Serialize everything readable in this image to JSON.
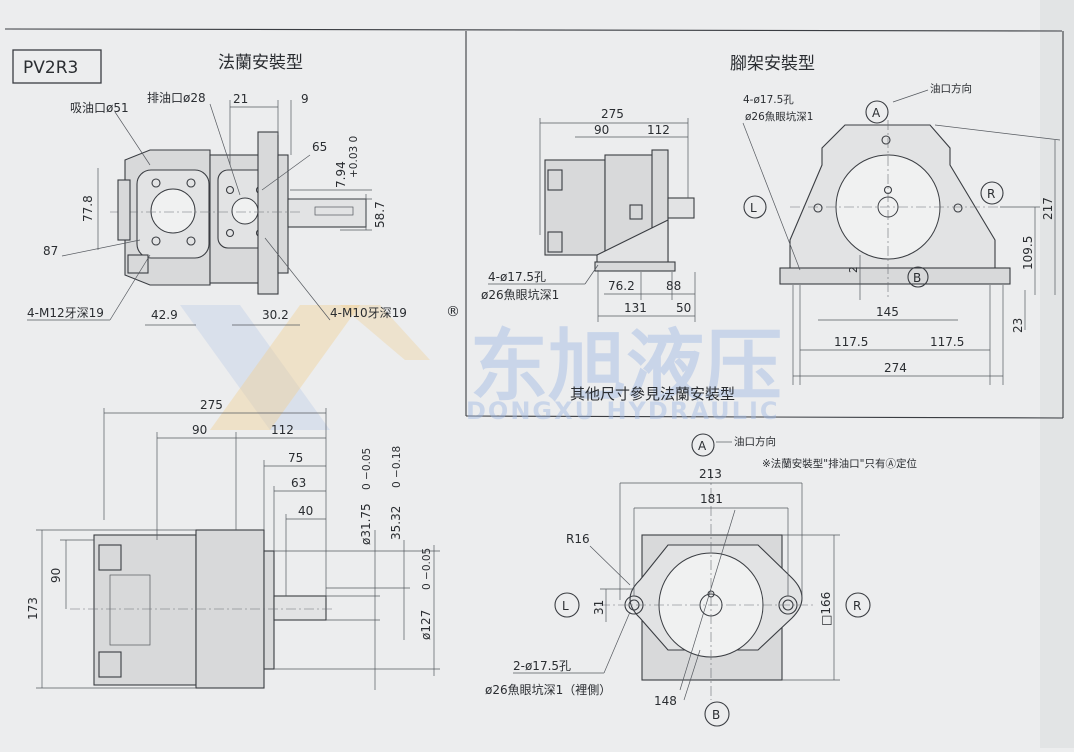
{
  "model": "PV2R3",
  "flange_title": "法蘭安裝型",
  "foot_title": "腳架安裝型",
  "foot_note": "其他尺寸參見法蘭安裝型",
  "watermark": {
    "cn": "东旭液压",
    "en": "DONGXU HYDRAULIC",
    "reg": "®"
  },
  "flange_side": {
    "suction": "吸油口ø51",
    "discharge": "排油口ø28",
    "d21": "21",
    "d9": "9",
    "d65": "65",
    "d794": "7.94",
    "d794tol": "+0.03 0",
    "d778": "77.8",
    "d587": "58.7",
    "d87": "87",
    "m12": "4-M12牙深19",
    "d429": "42.9",
    "d302": "30.2",
    "m10": "4-M10牙深19"
  },
  "foot_side": {
    "d275": "275",
    "d90": "90",
    "d112": "112",
    "holes": "4-ø17.5孔",
    "spotface": "ø26魚眼坑深1",
    "d762": "76.2",
    "d88": "88",
    "d131": "131",
    "d50": "50"
  },
  "foot_front": {
    "holes": "4-ø17.5孔",
    "spotface": "ø26魚眼坑深1",
    "port_dir": "油口方向",
    "A": "A",
    "L": "L",
    "R": "R",
    "B": "B",
    "d217": "217",
    "d1095": "109.5",
    "d2": "2",
    "d145": "145",
    "d23": "23",
    "d1175a": "117.5",
    "d1175b": "117.5",
    "d274": "274"
  },
  "flange_main": {
    "d275": "275",
    "d90": "90",
    "d112": "112",
    "d75": "75",
    "d63": "63",
    "d40": "40",
    "d173": "173",
    "d90v": "90",
    "dia3175": "ø31.75",
    "tol3175": "0 −0.05",
    "d3532": "35.32",
    "tol3532": "0 −0.18",
    "dia127": "ø127",
    "tol127": "0 −0.05"
  },
  "flange_front": {
    "A": "A",
    "port_dir": "油口方向",
    "note": "※法蘭安裝型\"排油口\"只有Ⓐ定位",
    "d213": "213",
    "d181": "181",
    "r16": "R16",
    "d31": "31",
    "L": "L",
    "R": "R",
    "d166": "□166",
    "holes": "2-ø17.5孔",
    "spotface": "ø26魚眼坑深1（裡側）",
    "d148": "148",
    "B": "B"
  }
}
